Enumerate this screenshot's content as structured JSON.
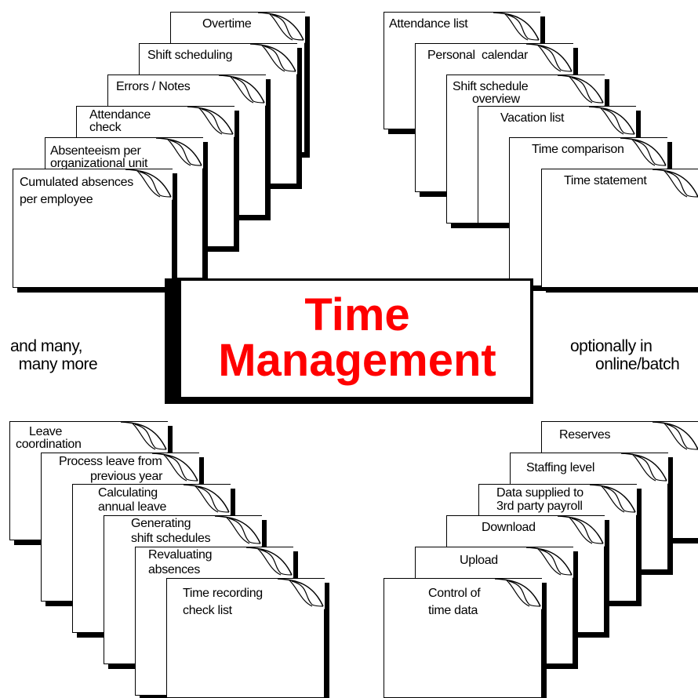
{
  "title": {
    "line1": "Time",
    "line2": "Management"
  },
  "side_left": {
    "line1": "and many,",
    "line2": "many more"
  },
  "side_right": {
    "line1": "optionally in",
    "line2": "online/batch"
  },
  "colors": {
    "title": "#ff0000",
    "card_border": "#000000",
    "shadow": "#000000"
  },
  "cards_top_left": [
    {
      "l1": "Overtime",
      "l2": ""
    },
    {
      "l1": "Shift scheduling",
      "l2": ""
    },
    {
      "l1": "Errors / Notes",
      "l2": ""
    },
    {
      "l1": "Attendance",
      "l2": "check"
    },
    {
      "l1": "Absenteeism per",
      "l2": "organizational unit"
    },
    {
      "l1": "Cumulated absences",
      "l2": "per employee"
    }
  ],
  "cards_top_right": [
    {
      "l1": "Attendance list",
      "l2": ""
    },
    {
      "l1": "Personal  calendar",
      "l2": ""
    },
    {
      "l1": "Shift schedule",
      "l2": "overview"
    },
    {
      "l1": "Vacation list",
      "l2": ""
    },
    {
      "l1": "Time comparison",
      "l2": ""
    },
    {
      "l1": "Time statement",
      "l2": ""
    }
  ],
  "cards_bottom_left": [
    {
      "l1": "Leave",
      "l2": "coordination"
    },
    {
      "l1": "Process leave from",
      "l2": "previous year"
    },
    {
      "l1": "Calculating",
      "l2": "annual leave"
    },
    {
      "l1": "Generating",
      "l2": "shift schedules"
    },
    {
      "l1": "Revaluating",
      "l2": "absences"
    },
    {
      "l1": "Time recording",
      "l2": "check list"
    }
  ],
  "cards_bottom_right": [
    {
      "l1": "Reserves",
      "l2": ""
    },
    {
      "l1": "Staffing level",
      "l2": ""
    },
    {
      "l1": "Data supplied to",
      "l2": "3rd party payroll"
    },
    {
      "l1": "Download",
      "l2": ""
    },
    {
      "l1": "Upload",
      "l2": ""
    },
    {
      "l1": "Control of",
      "l2": "time data"
    }
  ]
}
